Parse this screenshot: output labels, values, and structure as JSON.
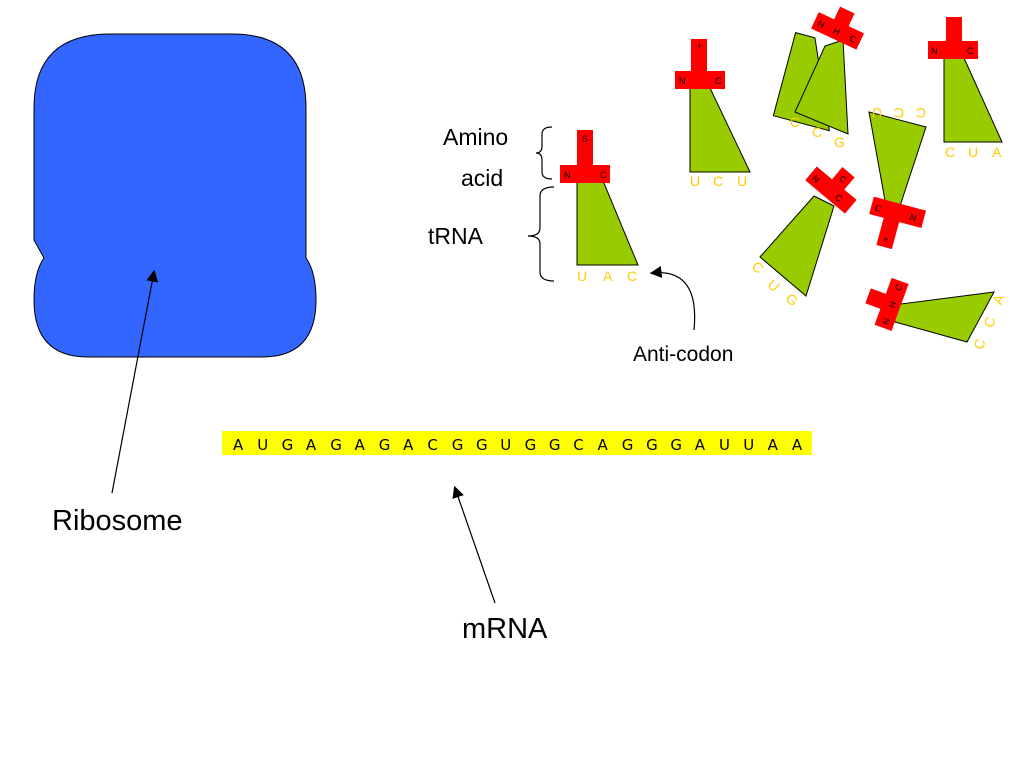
{
  "labels": {
    "amino_line1": "Amino",
    "amino_line2": "acid",
    "trna": "tRNA",
    "anticodon": "Anti-codon",
    "ribosome": "Ribosome",
    "mrna": "mRNA"
  },
  "mrna_sequence": [
    "A",
    "U",
    "G",
    "A",
    "G",
    "A",
    "G",
    "A",
    "C",
    "G",
    "G",
    "U",
    "G",
    "G",
    "C",
    "A",
    "G",
    "G",
    "G",
    "A",
    "U",
    "U",
    "A",
    "A"
  ],
  "trna_main": {
    "anticodon": [
      "U",
      "A",
      "C"
    ],
    "amino_letters": [
      "S",
      "N",
      "C"
    ]
  },
  "trna_upright_1": {
    "anticodon": [
      "U",
      "C",
      "U"
    ],
    "amino_letters": [
      "+",
      "N",
      "C"
    ]
  },
  "trna_upright_2": {
    "anticodon": [
      "C",
      "U",
      "A"
    ],
    "amino_letters": [
      "N",
      "C"
    ]
  },
  "trna_tilted_1": {
    "anticodon": [
      "C",
      "C",
      "G"
    ],
    "amino_letters": [
      "N",
      "H",
      "C"
    ]
  },
  "trna_flipped": {
    "anticodon": [
      "C",
      "C",
      "U"
    ],
    "amino_letters": [
      "C",
      "N",
      "+"
    ]
  },
  "trna_tilted_2": {
    "anticodon": [
      "C",
      "U",
      "G"
    ],
    "amino_letters": [
      "N",
      "C",
      "C"
    ]
  },
  "trna_sideways": {
    "anticodon": [
      "A",
      "C",
      "C"
    ],
    "amino_letters": [
      "N",
      "H",
      "C"
    ]
  },
  "colors": {
    "ribosome": "#3366ff",
    "trna_body": "#99cc00",
    "amino_acid": "#ff0000",
    "codon_text": "#ffcc00",
    "mrna_strip": "#ffff00"
  }
}
